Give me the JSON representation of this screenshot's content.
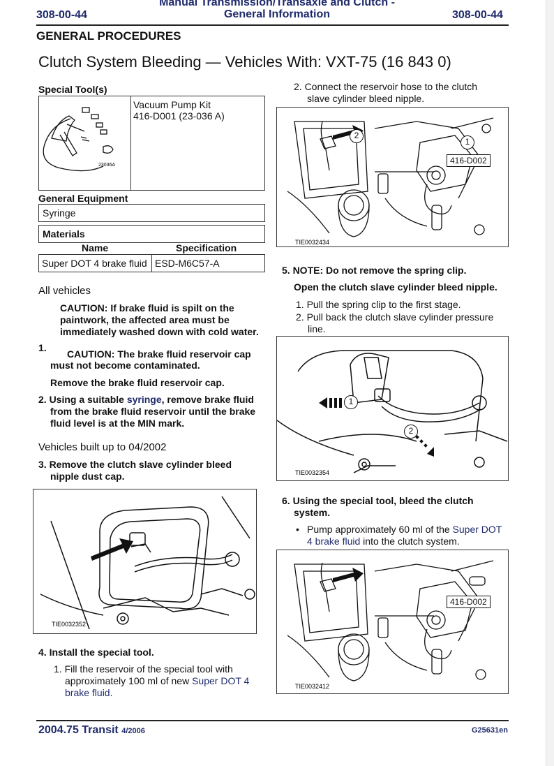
{
  "header": {
    "code_left": "308-00-44",
    "code_right": "308-00-44",
    "title_line1": "Manual Transmission/Transaxle and Clutch -",
    "title_line2": "General Information"
  },
  "section": "GENERAL PROCEDURES",
  "page_title": "Clutch System Bleeding — Vehicles With: VXT-75 (16 843 0)",
  "special_tools": {
    "heading": "Special Tool(s)",
    "tool_name": "Vacuum Pump Kit",
    "tool_number": "416-D001 (23-036 A)",
    "image_label": "23036A"
  },
  "general_equipment": {
    "heading": "General Equipment",
    "item": "Syringe"
  },
  "materials": {
    "heading": "Materials",
    "col_name": "Name",
    "col_spec": "Specification",
    "name": "Super DOT 4 brake fluid",
    "spec": "ESD-M6C57-A"
  },
  "left": {
    "all_vehicles": "All vehicles",
    "caution1_line1": "CAUTION: If brake fluid is spilt on the",
    "caution1_line2": "paintwork, the affected area must be",
    "caution1_line3": "immediately washed down with cold water.",
    "step1_num": "1.",
    "step1_caution_line1": "CAUTION: The brake fluid reservoir cap",
    "step1_caution_line2": "must not become contaminated.",
    "step1_text": "Remove the brake fluid reservoir cap.",
    "step2_pre": "2. Using a suitable ",
    "step2_link": "syringe",
    "step2_post": ", remove brake fluid",
    "step2_line2": "from the brake fluid reservoir until the brake",
    "step2_line3": "fluid level is at the MIN mark.",
    "vehicles_built": "Vehicles built up to 04/2002",
    "step3_line1": "3. Remove the clutch slave cylinder bleed",
    "step3_line2": "nipple dust cap.",
    "fig1_label": "TIE0032352",
    "step4": "4. Install the special tool.",
    "step4_sub_line1": "1. Fill the reservoir of the special tool with",
    "step4_sub_line2_pre": "approximately 100 ml of new ",
    "step4_sub_link1": "Super DOT 4",
    "step4_sub_link2": "brake fluid",
    "step4_sub_end": "."
  },
  "right": {
    "r2_line1": "2. Connect the reservoir hose to the clutch",
    "r2_line2": "slave cylinder bleed nipple.",
    "fig2_label": "TIE0032434",
    "fig2_callout": "416-D002",
    "fig2_num1": "1",
    "fig2_num2": "2",
    "step5": "5. NOTE: Do not remove the spring clip.",
    "step5_text": "Open the clutch slave cylinder bleed nipple.",
    "step5_sub1": "1. Pull the spring clip to the first stage.",
    "step5_sub2_line1": "2. Pull back the clutch slave cylinder pressure",
    "step5_sub2_line2": "line.",
    "fig3_label": "TIE0032354",
    "fig3_num1": "1",
    "fig3_num2": "2",
    "step6_line1": "6. Using the special tool, bleed the clutch",
    "step6_line2": "system.",
    "bullet_pre": "Pump approximately 60 ml of the ",
    "bullet_link1": "Super DOT",
    "bullet_link2": "4 brake fluid",
    "bullet_post": " into the clutch system.",
    "fig4_label": "TIE0032412",
    "fig4_callout": "416-D002"
  },
  "footer": {
    "model": "2004.75 Transit",
    "date": "4/2006",
    "code": "G25631en"
  }
}
